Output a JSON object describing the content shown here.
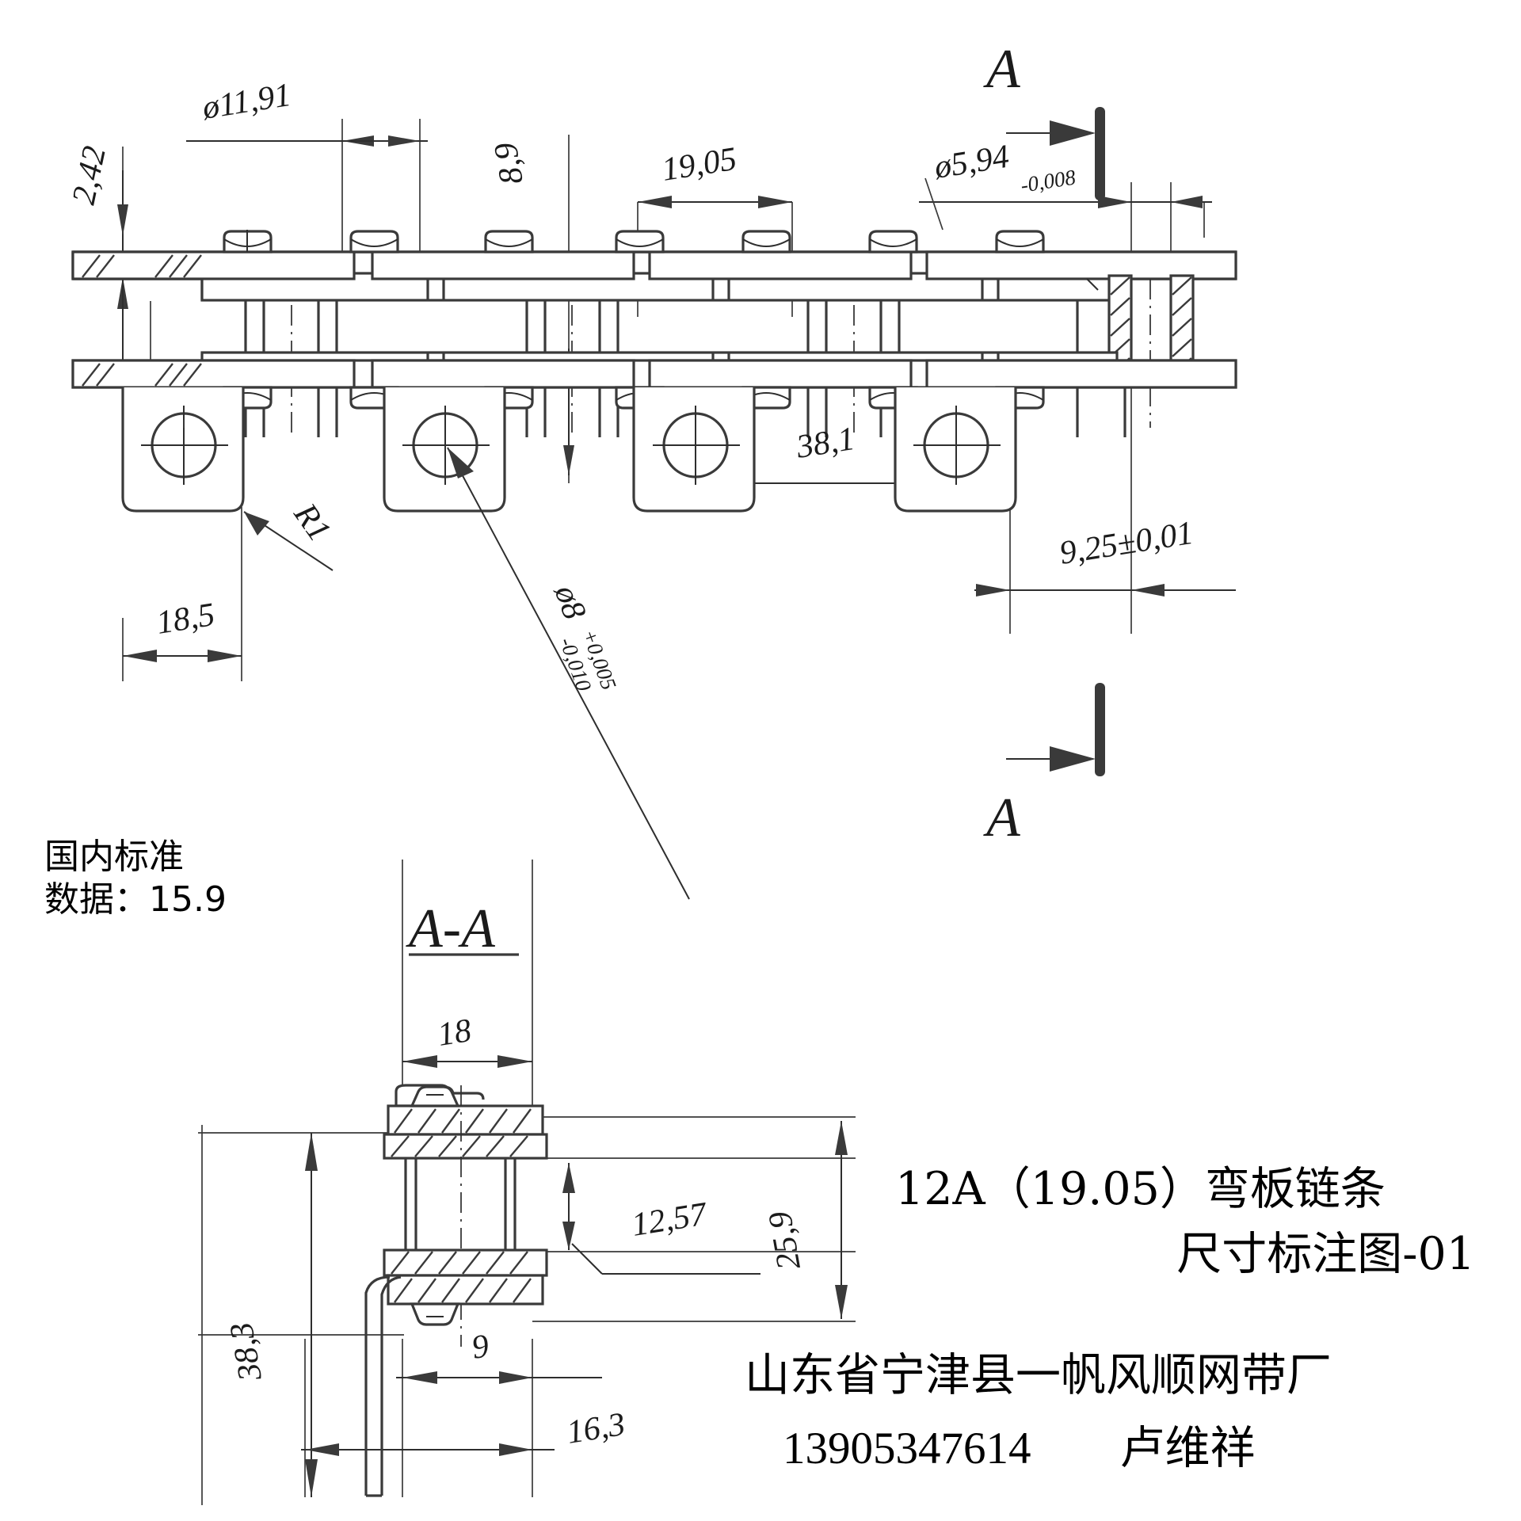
{
  "drawing": {
    "title_line1": "12A（19.05）弯板链条",
    "title_line2": "尺寸标注图-01",
    "factory_line1": "山东省宁津县一帆风顺网带厂",
    "factory_phone": "13905347614",
    "factory_contact": "卢维祥",
    "note_line1": "国内标准",
    "note_line2": "数据：15.9",
    "section_label_top": "A",
    "section_label_bottom": "A",
    "section_view_title": "A-A"
  },
  "dimensions": {
    "plate_thickness": "2,42",
    "roller_dia": "ø11,91",
    "plate_height": "8,9",
    "pitch": "19,05",
    "pin_dia_value": "ø5,94",
    "pin_dia_tol": "-0,008",
    "double_pitch": "38,1",
    "pin_length": "9,25±0,01",
    "bracket_radius": "R1",
    "bracket_width": "18,5",
    "bush_dia_value": "ø8",
    "bush_tol_upper": "+0,005",
    "bush_tol_lower": "-0,010",
    "section_width": "18",
    "section_inner_height": "12,57",
    "section_overall_height": "25,9",
    "section_total_height": "38,3",
    "section_leg_dim": "9",
    "section_foot_dim": "16,3"
  },
  "colors": {
    "line": "#3a3a3a",
    "text": "#1b1b1b",
    "background": "#ffffff"
  }
}
